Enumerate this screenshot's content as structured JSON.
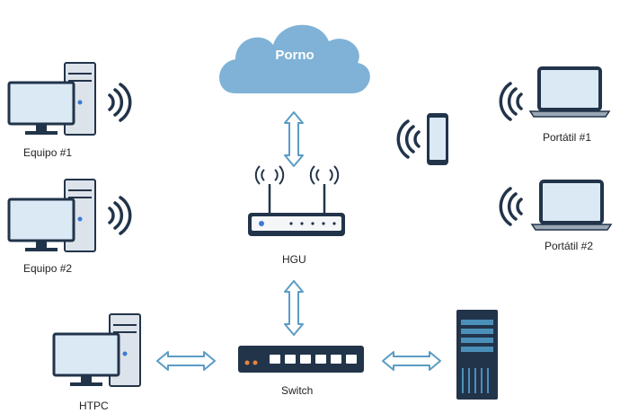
{
  "cloud": {
    "label": "Porno"
  },
  "router": {
    "label": "HGU"
  },
  "switch": {
    "label": "Switch"
  },
  "devices": {
    "desktop1": "Equipo #1",
    "desktop2": "Equipo #2",
    "htpc": "HTPC",
    "laptop1": "Portátil #1",
    "laptop2": "Portátil #2"
  },
  "colors": {
    "cloud": "#7fb2d6",
    "dark": "#22344a",
    "screen": "#dbe9f5",
    "tower": "#dde3ea",
    "arrow_fill": "#ffffff",
    "arrow_stroke": "#5b9cc4",
    "led": "#3a7bd5",
    "server_accent": "#4a90b8"
  },
  "icons": [
    "cloud-icon",
    "router-icon",
    "switch-icon",
    "desktop-icon",
    "laptop-icon",
    "smartphone-icon",
    "server-icon",
    "wifi-signal-icon",
    "double-arrow-icon"
  ]
}
